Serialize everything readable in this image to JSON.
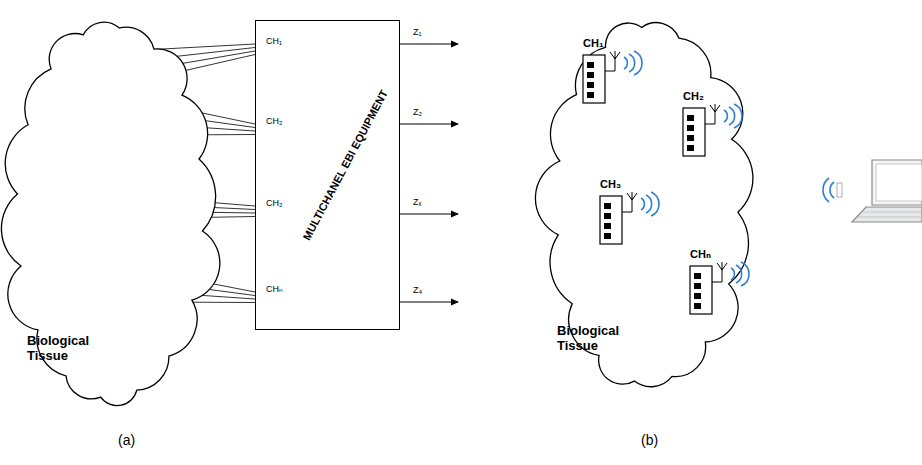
{
  "diagram": {
    "nodes": [
      {
        "text": [
          "Biological Tissue"
        ]
      },
      {
        "text": [
          "MULTICHANEL EBI EQUIPMENT"
        ]
      },
      {
        "text": [
          "Biological Tissue"
        ]
      },
      {
        "text": [
          "CH₁"
        ],
        "in": 2
      },
      {
        "text": [
          "CH₂"
        ],
        "in": 2
      },
      {
        "text": [
          "CH₃"
        ],
        "in": 2
      },
      {
        "text": [
          "CHₙ"
        ],
        "in": 2
      }
    ],
    "labels": [
      "CH₁",
      "CH₂",
      "CH₂",
      "CHₙ",
      "Z₁",
      "Z₂",
      "Zₓ",
      "Z₄",
      "(a)",
      "(b)"
    ]
  }
}
